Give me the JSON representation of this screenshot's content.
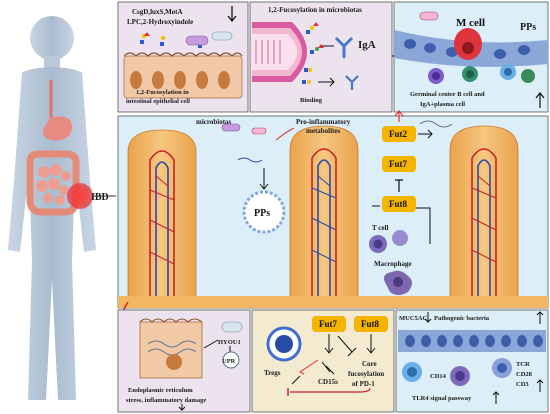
{
  "human": {
    "ibd_label": "IBD"
  },
  "panel_tl": {
    "line1": "CsgD,luxS,MotA",
    "line2": "LPC,2-Hydroxyindole",
    "caption1": "1,2-Fucosylation in",
    "caption2": "intestinal epithelial cell"
  },
  "panel_tm": {
    "title": "1,2-Fucosylation in microbiotas",
    "iga": "IgA",
    "binding": "Binding"
  },
  "panel_tr": {
    "m_cell": "M cell",
    "pps": "PPs",
    "caption1": "Germinal center B cell and",
    "caption2": "IgA+plasma cell"
  },
  "middle": {
    "microbiotas": "microbiotas",
    "pro_inflam1": "Pro-inflammatory",
    "pro_inflam2": "metabolites",
    "pps_circle": "PPs",
    "fut2": "Fut2",
    "fut7": "Fut7",
    "fut8": "Fut8",
    "t_cell": "T cell",
    "macrophage": "Macrophage"
  },
  "panel_bl": {
    "hyou1": "HYOU1",
    "upr": "UPR",
    "caption1": "Endoplasmic reticulum",
    "caption2": "stress, inflammatory damage"
  },
  "panel_bm": {
    "fut7": "Fut7",
    "fut8": "Fut8",
    "tregs": "Tregs",
    "cd15s": "CD15s",
    "core1": "Core",
    "core2": "fucosylation",
    "core3": "of PD-1"
  },
  "panel_br": {
    "muc5ac": "MUC5AC",
    "pathogenic": "Pathogenic bacteria",
    "cd14": "CD14",
    "tcr": "TCR",
    "cd28": "CD28",
    "cd3": "CD3",
    "tlr4": "TLR4 signal passway"
  },
  "colors": {
    "panel_top_bg": "#ece3ef",
    "panel_mid_bg": "#dceef7",
    "panel_bot_bg": "#f3ead0",
    "fut_badge": "#f4b400",
    "villus": "#f3b763",
    "artery": "#c8202a",
    "vein": "#2a4aa8",
    "body": "#b7c7d8"
  }
}
